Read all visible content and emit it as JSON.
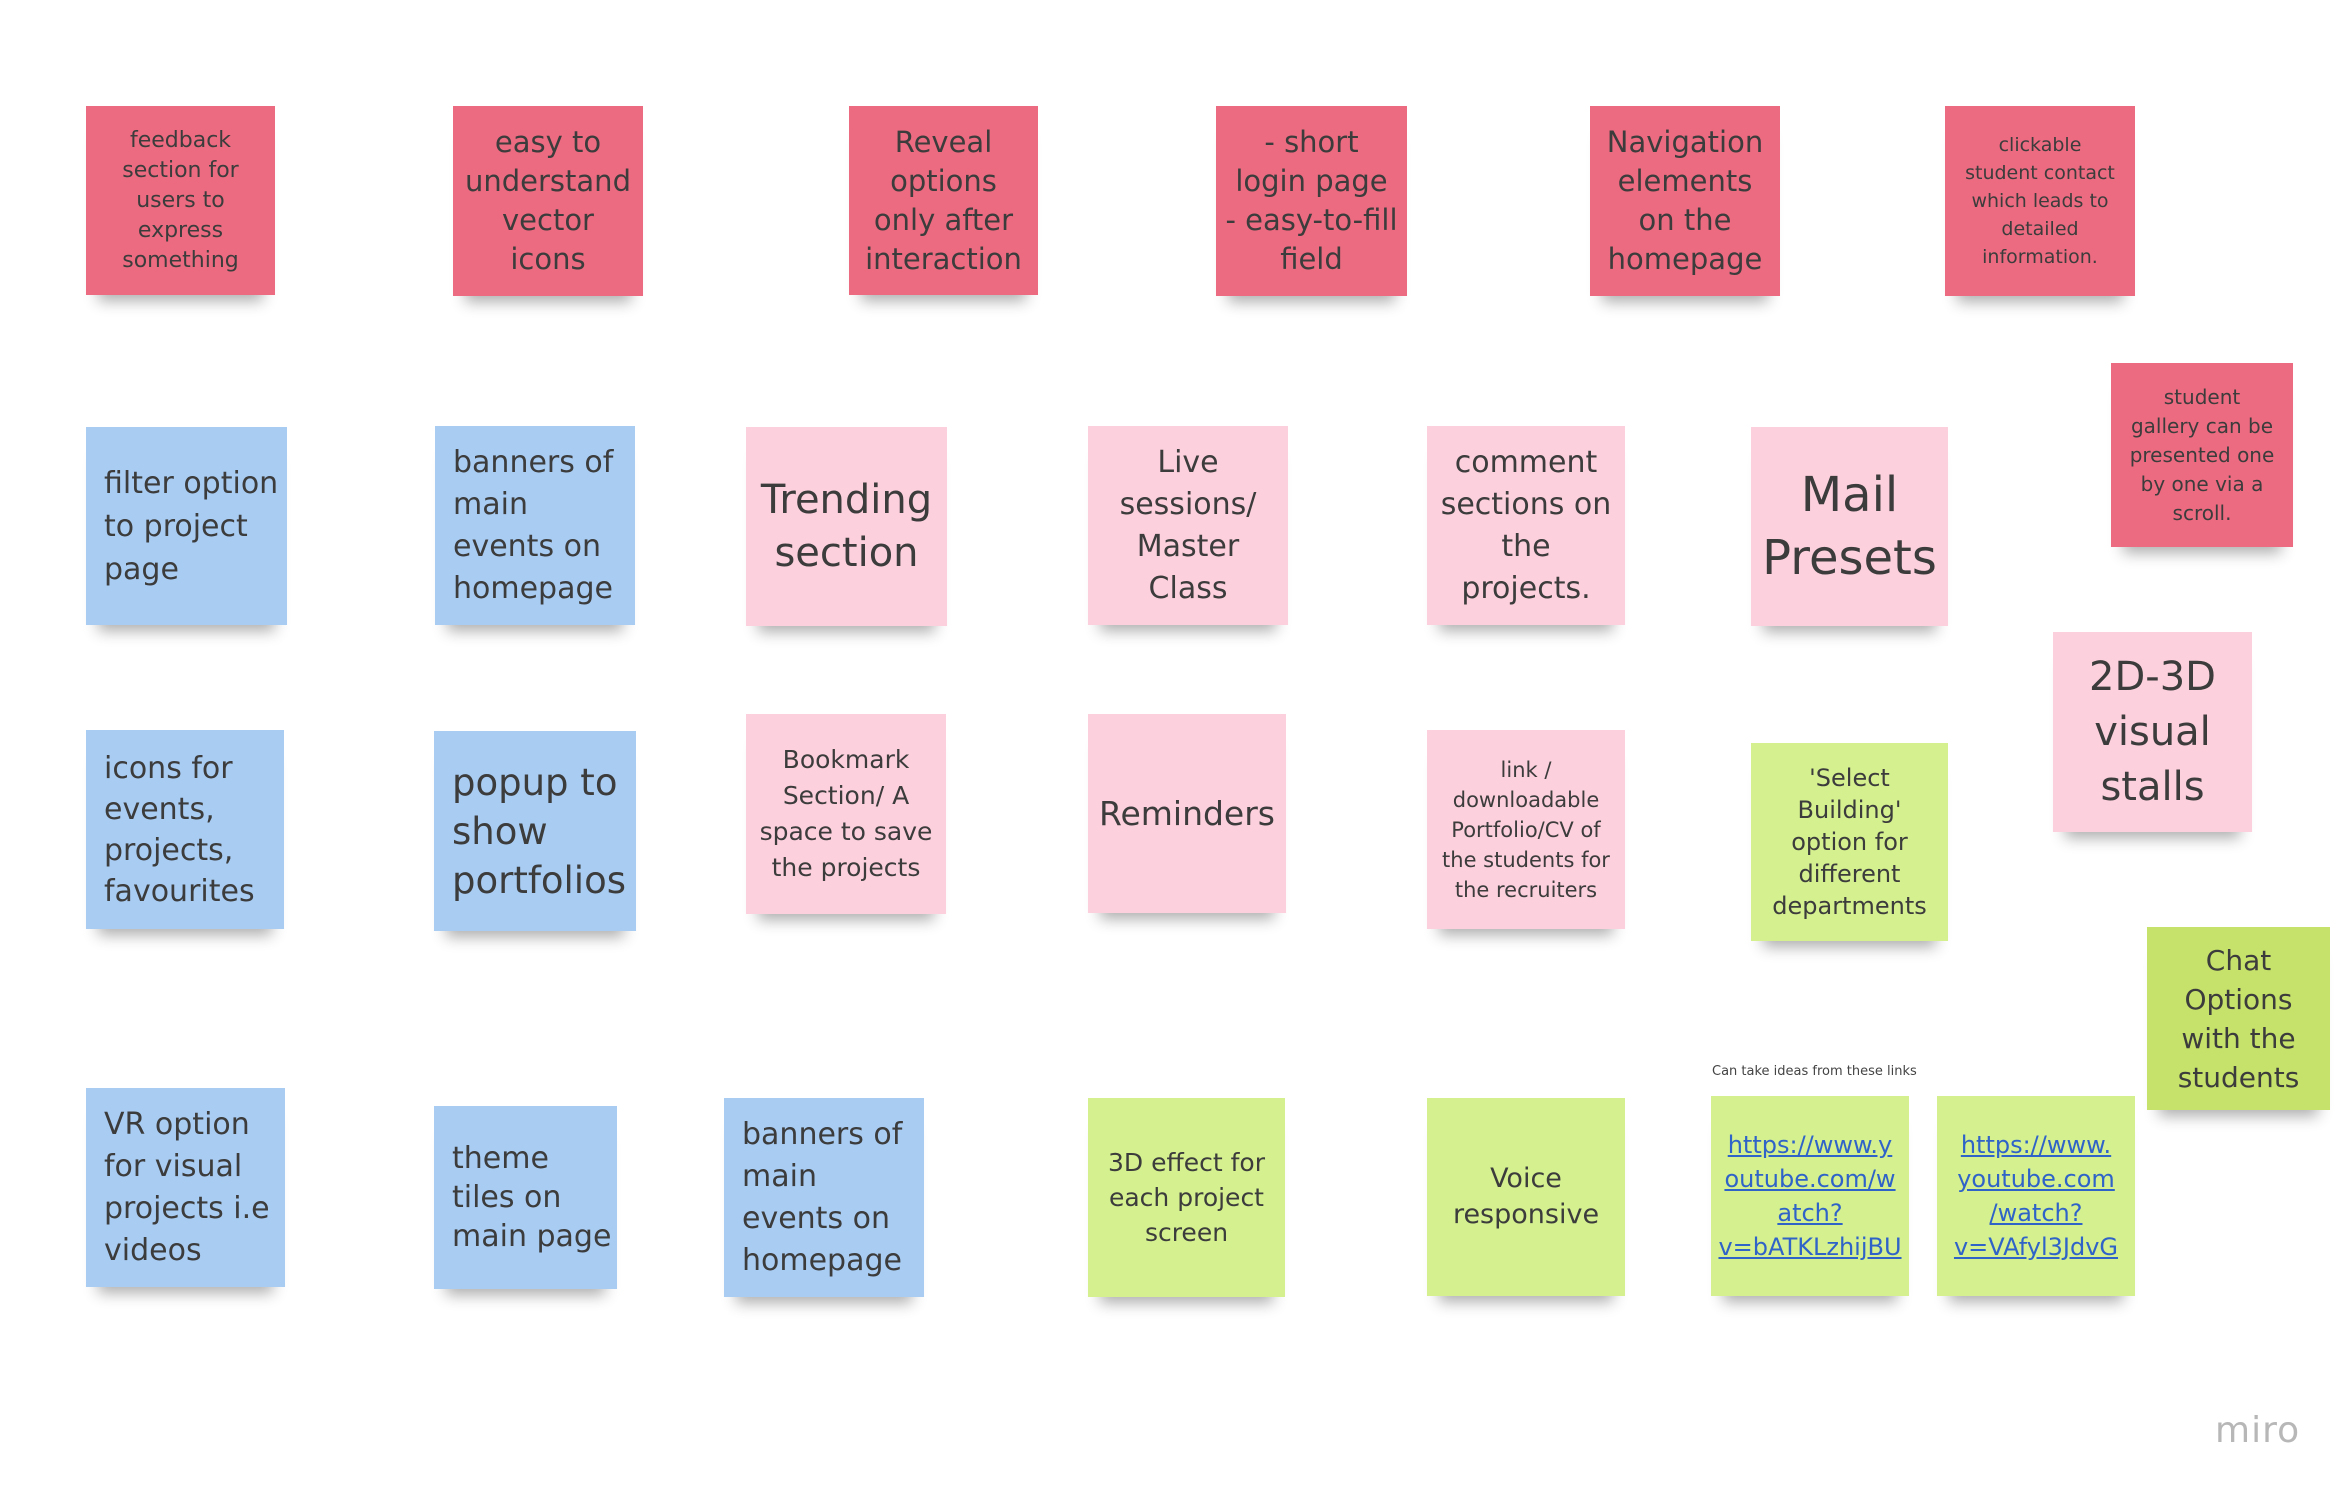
{
  "board": {
    "notes": [
      {
        "text": "feedback\nsection for\nusers to\nexpress\nsomething"
      },
      {
        "text": "easy to\nunderstand\nvector\nicons"
      },
      {
        "text": "Reveal\noptions\nonly after\ninteraction"
      },
      {
        "text": "- short\nlogin page\n- easy-to-fill\nfield"
      },
      {
        "text": "Navigation\nelements\non the\nhomepage"
      },
      {
        "text": "clickable\nstudent contact\nwhich leads to\ndetailed\ninformation."
      },
      {
        "text": "student\ngallery can be\npresented one\nby one via a\nscroll."
      },
      {
        "text": "filter option\nto project\npage"
      },
      {
        "text": "banners of\nmain\nevents on\nhomepage"
      },
      {
        "text": "Trending\nsection"
      },
      {
        "text": "Live\nsessions/\nMaster\nClass"
      },
      {
        "text": "comment\nsections on\nthe\nprojects."
      },
      {
        "text": "Mail\nPresets"
      },
      {
        "text": "2D-3D\nvisual\nstalls"
      },
      {
        "text": "icons for\nevents,\nprojects,\nfavourites"
      },
      {
        "text": "popup to\nshow\nportfolios"
      },
      {
        "text": "Bookmark\nSection/ A\nspace to save\nthe projects"
      },
      {
        "text": "Reminders"
      },
      {
        "text": "link /\ndownloadable\nPortfolio/CV of\nthe students for\nthe recruiters"
      },
      {
        "text": "'Select\nBuilding'\noption for\ndifferent\ndepartments"
      },
      {
        "text": "Chat\nOptions\nwith the\nstudents"
      },
      {
        "text": "VR option\nfor visual\nprojects i.e\nvideos"
      },
      {
        "text": "theme\ntiles on\nmain page"
      },
      {
        "text": "banners of\nmain\nevents on\nhomepage"
      },
      {
        "text": "3D effect for\neach project\nscreen"
      },
      {
        "text": "Voice\nresponsive"
      },
      {
        "text": "https://www.y\noutube.com/w\natch?\nv=bATKLzhijBU"
      },
      {
        "text": "https://www.\nyoutube.com\n/watch?\nv=VAfyl3JdvG"
      }
    ],
    "caption": "Can take ideas from these links",
    "logo": "miro"
  },
  "colors": {
    "red": "#ec6b80",
    "pink": "#fcd0dd",
    "blue": "#a9ccf3",
    "green": "#d4f08f",
    "lime": "#c6e26a",
    "link": "#2f63c8"
  }
}
